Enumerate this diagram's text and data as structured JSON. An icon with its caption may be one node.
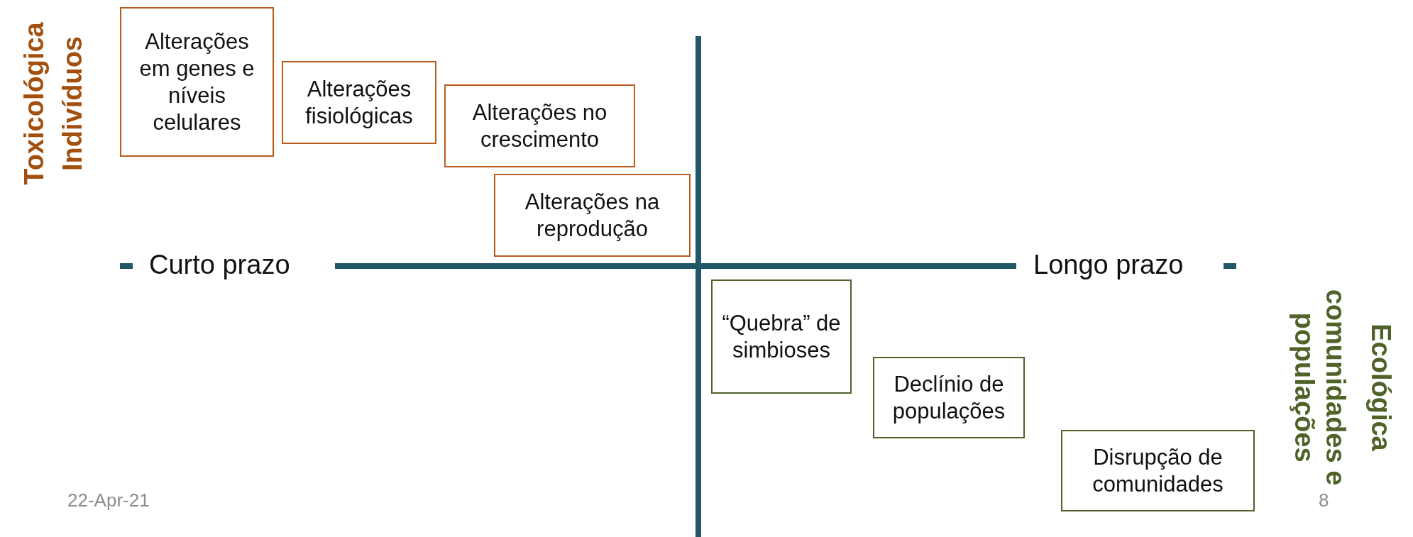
{
  "diagram": {
    "nodes": [
      {
        "text": [
          "Alterações em genes e níveis celulares"
        ]
      },
      {
        "text": [
          "Alterações fisiológicas"
        ]
      },
      {
        "text": [
          "Alterações no crescimento"
        ]
      },
      {
        "text": [
          "Alterações na reprodução"
        ]
      },
      {
        "text": [
          "“Quebra” de simbioses"
        ]
      },
      {
        "text": [
          "Declínio de populações"
        ]
      },
      {
        "text": [
          "Disrupção de comunidades"
        ]
      }
    ],
    "labels": [
      "Toxicológica",
      "Indivíduos",
      "Curto prazo",
      "Longo prazo",
      "Ecológica",
      "comunidades e populações",
      "22-Apr-21",
      "8"
    ]
  }
}
